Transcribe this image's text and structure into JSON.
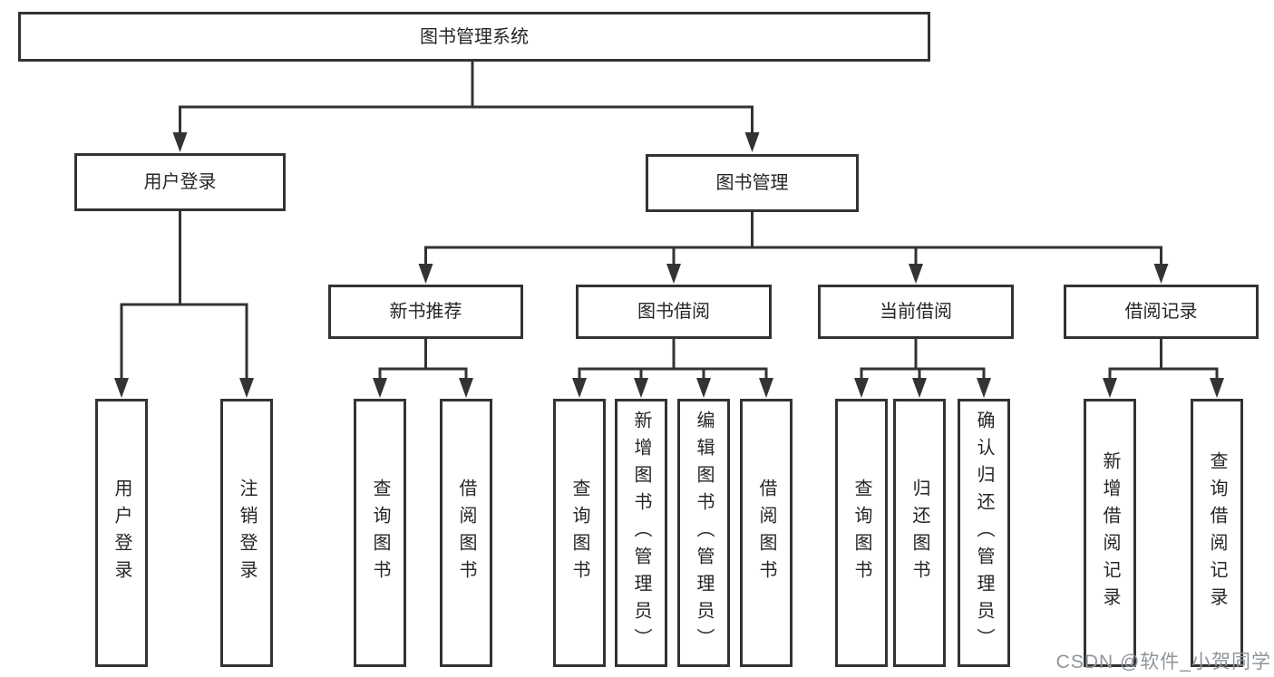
{
  "colors": {
    "line": "#333333",
    "node_border": "#333333",
    "node_text": "#262626",
    "background": "#ffffff",
    "watermark_text": "#8f959b"
  },
  "tree": {
    "root": {
      "label": "图书管理系统",
      "children": [
        {
          "label": "用户登录",
          "children": [
            {
              "label": "用户登录"
            },
            {
              "label": "注销登录"
            }
          ]
        },
        {
          "label": "图书管理",
          "children": [
            {
              "label": "新书推荐",
              "children": [
                {
                  "label": "查询图书"
                },
                {
                  "label": "借阅图书"
                }
              ]
            },
            {
              "label": "图书借阅",
              "children": [
                {
                  "label": "查询图书"
                },
                {
                  "label": "新增图书（管理员）"
                },
                {
                  "label": "编辑图书（管理员）"
                },
                {
                  "label": "借阅图书"
                }
              ]
            },
            {
              "label": "当前借阅",
              "children": [
                {
                  "label": "查询图书"
                },
                {
                  "label": "归还图书"
                },
                {
                  "label": "确认归还（管理员）"
                }
              ]
            },
            {
              "label": "借阅记录",
              "children": [
                {
                  "label": "新增借阅记录"
                },
                {
                  "label": "查询借阅记录"
                }
              ]
            }
          ]
        }
      ]
    }
  },
  "watermark": "CSDN @软件_小贺同学"
}
